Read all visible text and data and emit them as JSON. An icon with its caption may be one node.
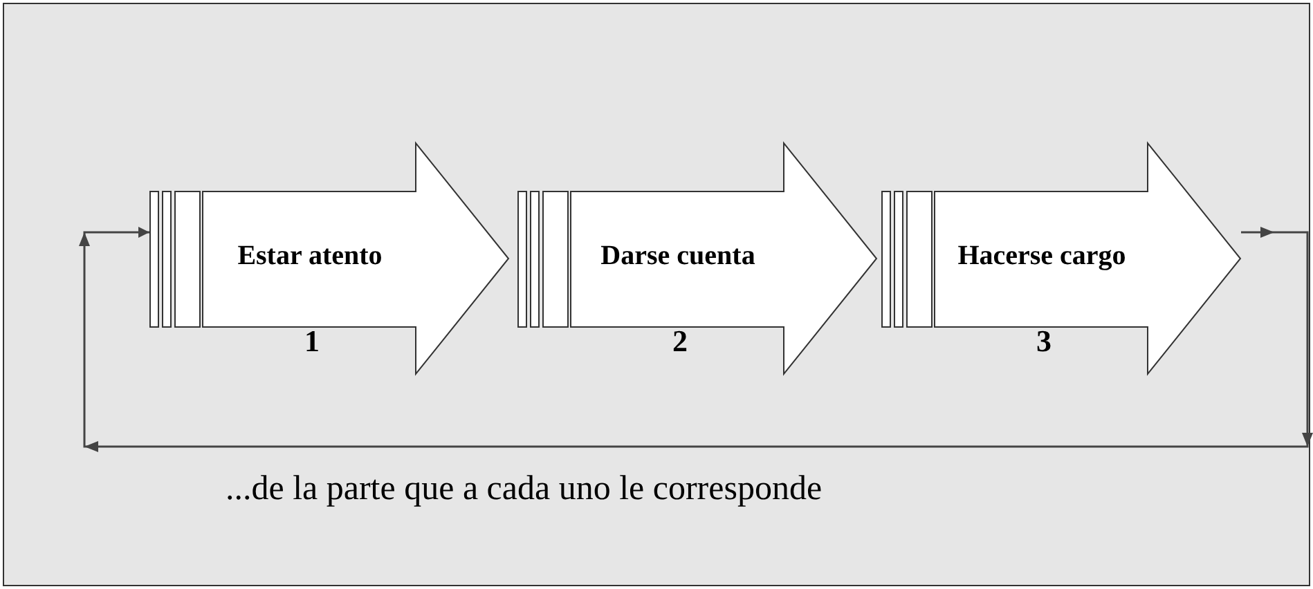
{
  "diagram": {
    "nodes": [
      {
        "text": [
          "Estar atento"
        ],
        "beside": [
          "1"
        ]
      },
      {
        "text": [
          "Darse cuenta"
        ],
        "beside": [
          "2"
        ]
      },
      {
        "text": [
          "Hacerse cargo"
        ],
        "beside": [
          "3"
        ]
      }
    ],
    "edges": [
      {
        "from": 2,
        "to": 0,
        "arrow": "to"
      }
    ],
    "labels": [
      "...de la parte que a cada uno le corresponde"
    ]
  }
}
